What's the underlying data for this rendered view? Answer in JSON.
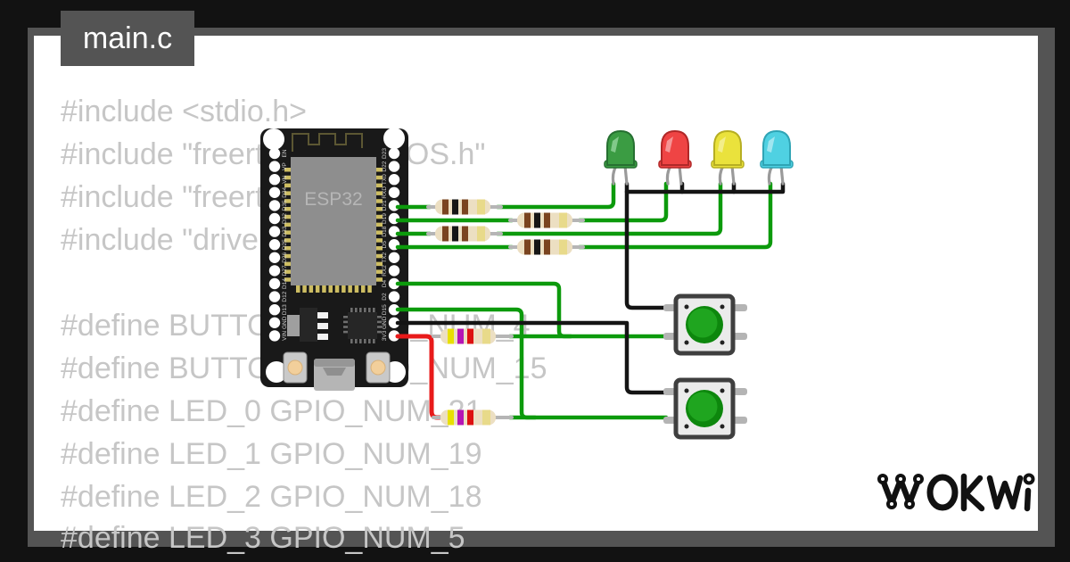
{
  "window": {
    "tab_title": "main.c"
  },
  "code": {
    "lines": [
      "#include <stdio.h>",
      "#include \"freertos/FreeRTOS.h\"",
      "#include \"freertos/task.h\"",
      "#include \"driver/gpio.h\"",
      "#define BUTTON_0 GPIO_NUM_4",
      "#define BUTTON_1 GPIO_NUM_15",
      "#define LED_0 GPIO_NUM_21",
      "#define LED_1 GPIO_NUM_19",
      "#define LED_2 GPIO_NUM_18",
      "#define LED_3 GPIO_NUM_5"
    ]
  },
  "board": {
    "label": "ESP32",
    "pins_left": [
      "EN",
      "VP",
      "VN",
      "D34",
      "D35",
      "D32",
      "D33",
      "D25",
      "D26",
      "D27",
      "D14",
      "D12",
      "D13",
      "GND",
      "VIN"
    ],
    "pins_right": [
      "D23",
      "D22",
      "TX0",
      "RXD",
      "D21",
      "D19",
      "D18",
      "D5",
      "TX2",
      "RX2",
      "D4",
      "D2",
      "D15",
      "GND",
      "3V3"
    ]
  },
  "components": {
    "leds": [
      {
        "name": "led-green",
        "color": "#3b9c43",
        "dark": "#267031",
        "highlight": "#8fd196"
      },
      {
        "name": "led-red",
        "color": "#ef4444",
        "dark": "#b02828",
        "highlight": "#f6a3a3"
      },
      {
        "name": "led-yellow",
        "color": "#eae23c",
        "dark": "#b6ae22",
        "highlight": "#f5f096"
      },
      {
        "name": "led-cyan",
        "color": "#4fd1e2",
        "dark": "#2fa4b5",
        "highlight": "#aeeaf2"
      }
    ],
    "resistors": {
      "led_series": {
        "body": "#ecdfc2",
        "lead": "#b5b5b5",
        "bands": [
          "#7a4420",
          "#161616",
          "#7a4420",
          "#e8da8a"
        ]
      },
      "button_pullup": {
        "body": "#ecdfc2",
        "lead": "#b5b5b5",
        "bands": [
          "#e8e000",
          "#b515b5",
          "#dd1111",
          "#e8da8a"
        ]
      }
    },
    "buttons": [
      {
        "name": "pushbutton-1",
        "cap_color": "#0d870d",
        "cap_inner": "#1fa51f",
        "body": "#ebebeb",
        "border": "#3f3f3f"
      },
      {
        "name": "pushbutton-2",
        "cap_color": "#0d870d",
        "cap_inner": "#1fa51f",
        "body": "#ebebeb",
        "border": "#3f3f3f"
      }
    ]
  },
  "wires": {
    "green": "#0c9a0c",
    "black": "#141414",
    "red": "#e81a1a"
  },
  "logo": {
    "text": "WOKWI"
  },
  "colors": {
    "frame": "#121212",
    "chrome": "#545454",
    "canvas": "#ffffff",
    "code_text": "#c6c6c6",
    "board_pcb": "#191919",
    "module_gray": "#8e8e8e",
    "gold_pin": "#cdbd62"
  }
}
